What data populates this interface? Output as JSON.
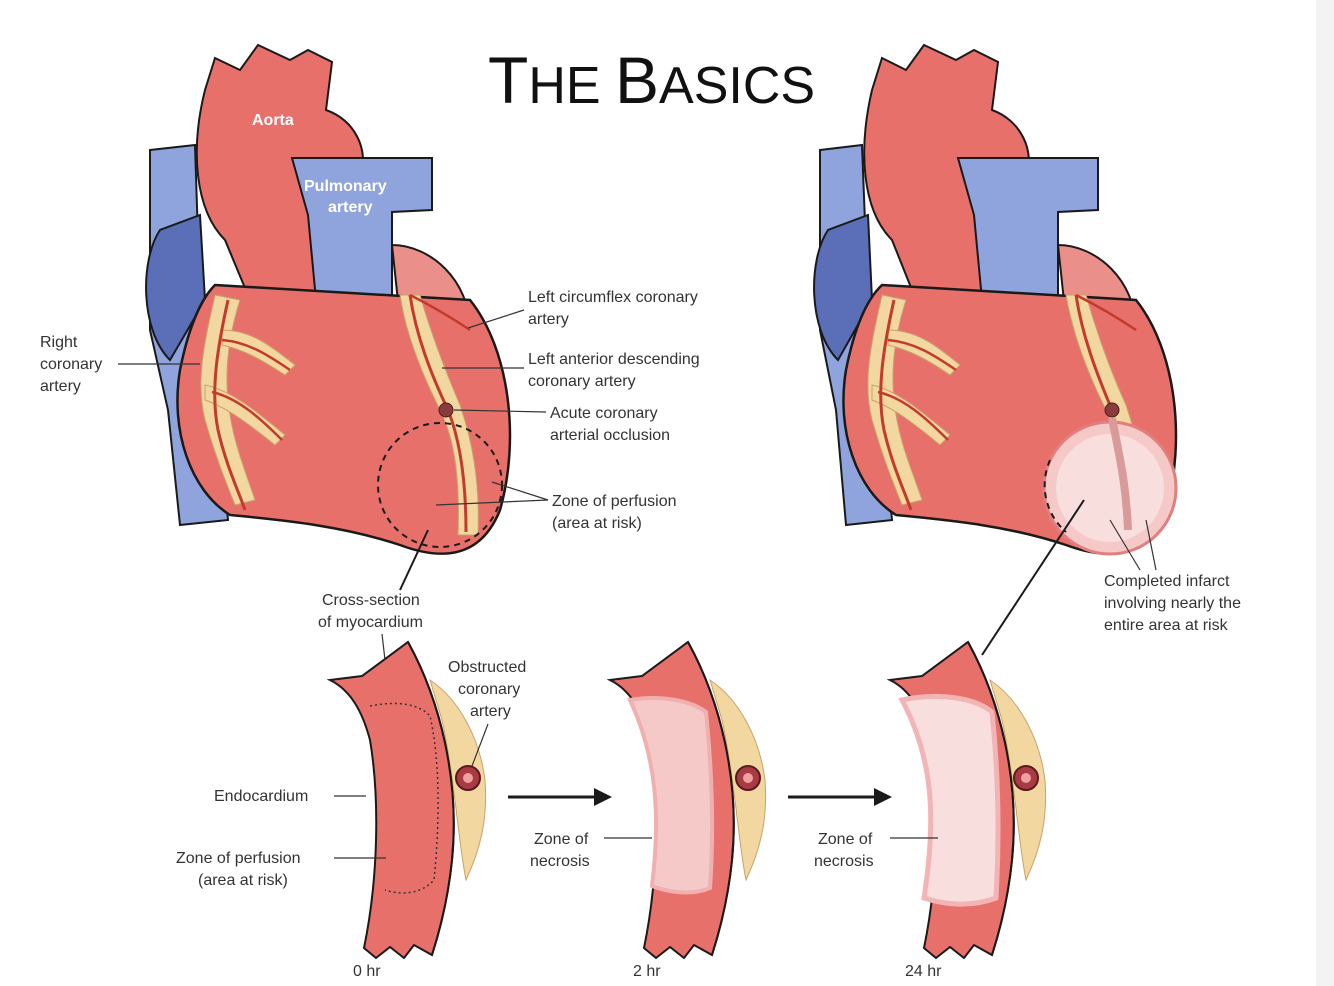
{
  "title": {
    "first_big": "T",
    "first_small": "HE ",
    "second_big": "B",
    "second_small": "ASICS"
  },
  "labels": {
    "aorta": "Aorta",
    "pulmonary_1": "Pulmonary",
    "pulmonary_2": "artery",
    "right_coronary_1": "Right",
    "right_coronary_2": "coronary",
    "right_coronary_3": "artery",
    "left_circumflex_1": "Left circumflex coronary",
    "left_circumflex_2": "artery",
    "lad_1": "Left anterior descending",
    "lad_2": "coronary artery",
    "occlusion_1": "Acute coronary",
    "occlusion_2": "arterial occlusion",
    "zone_perfusion_1": "Zone of perfusion",
    "zone_perfusion_2": "(area at risk)",
    "cross_section_1": "Cross-section",
    "cross_section_2": "of myocardium",
    "obstructed_1": "Obstructed",
    "obstructed_2": "coronary",
    "obstructed_3": "artery",
    "endocardium": "Endocardium",
    "zone_perfusion_b1": "Zone of perfusion",
    "zone_perfusion_b2": "(area at risk)",
    "necrosis_a1": "Zone of",
    "necrosis_a2": "necrosis",
    "necrosis_b1": "Zone of",
    "necrosis_b2": "necrosis",
    "completed_1": "Completed infarct",
    "completed_2": "involving nearly the",
    "completed_3": "entire area at risk",
    "time_0": "0 hr",
    "time_2": "2 hr",
    "time_24": "24 hr"
  },
  "colors": {
    "myocardium": "#e8706b",
    "outline": "#1a1a1a",
    "vein": "#8fa3dc",
    "vein_dark": "#5a6fb8",
    "fat": "#f2d7a0",
    "vessel": "#c43a2c",
    "necrosis": "#f6c9c9",
    "necrosis_core": "#f9dede"
  }
}
